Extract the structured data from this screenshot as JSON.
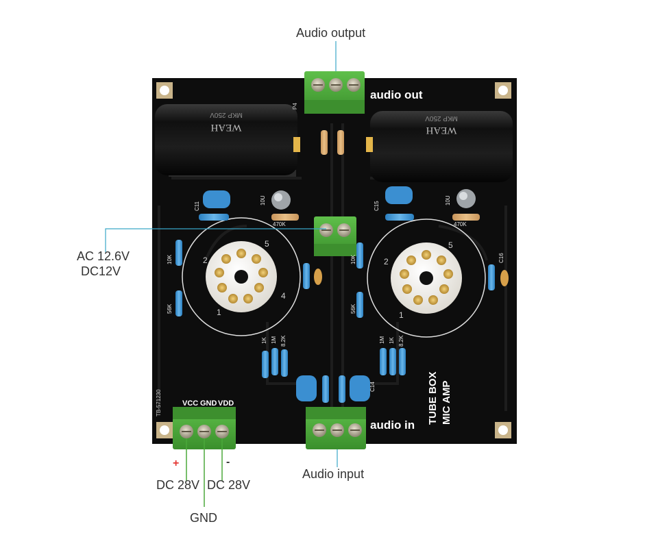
{
  "callouts": {
    "audio_output": "Audio output",
    "ac_line1": "AC 12.6V",
    "ac_line2": "DC12V",
    "audio_input": "Audio input",
    "dc_pos": "DC 28V",
    "dc_neg": "DC 28V",
    "gnd": "GND",
    "plus_sign": "+",
    "minus_sign": "-"
  },
  "board": {
    "silkscreen_audio_out": "audio out",
    "silkscreen_audio_in": "audio in",
    "silkscreen_title_1": "TUBE BOX",
    "silkscreen_title_2": "MIC AMP",
    "silkscreen_part_no": "TB-571230",
    "terminal_vcc": "VCC",
    "terminal_gnd": "GND",
    "terminal_vdd": "VDD",
    "cap_brand": "WEAH",
    "cap_rating": "MKP 250V",
    "label_470k": "470K",
    "label_10u": "10U",
    "label_c11": "C11",
    "label_c15": "C15",
    "label_c16": "C16",
    "label_c14": "C14",
    "label_10k": "10K",
    "label_56k": "56K",
    "label_1k": "1K",
    "label_1m": "1M",
    "label_8_2k": "8.2K",
    "label_p4": "P4",
    "pin_2": "2",
    "pin_5": "5",
    "pin_1": "1",
    "pin_4": "4"
  },
  "colors": {
    "pcb": "#0d0d0d",
    "terminal": "#4aa83a",
    "callout_line": "#3aa6c8",
    "plus": "#e53935",
    "socket": "#f2f0ec",
    "capacitor": "#1c1c1c",
    "film_cap": "#3b8fd1"
  }
}
